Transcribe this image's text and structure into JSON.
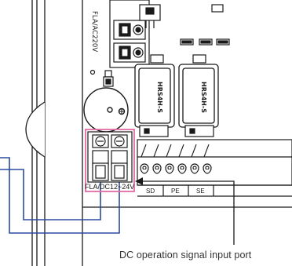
{
  "colors": {
    "line": "#1a1a1a",
    "wire": "#2b4aa0",
    "highlight": "#e26ca6",
    "background": "#ffffff",
    "caption": "#333333"
  },
  "labels": {
    "ac_voltage": "FLA/AC220V",
    "dc_voltage": "FLA/DC12~24V",
    "relay_1": "HRS4H-S",
    "relay_2": "HRS4H-S",
    "terminal_sd": "SD",
    "terminal_pe": "PE",
    "terminal_se": "SE",
    "caption": "DC operation signal input port"
  },
  "icons": [
    "buzzer-icon",
    "screw-terminal-icon",
    "relay-icon",
    "capacitor-icon"
  ]
}
